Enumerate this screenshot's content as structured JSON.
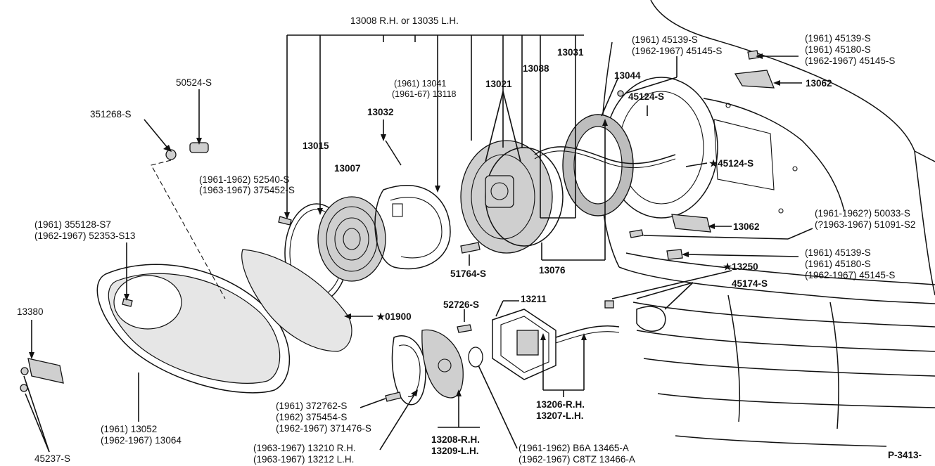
{
  "labels": {
    "top_bracket": "13008 R.H.  or 13035 L.H.",
    "p13031": "13031",
    "p13088": "13088",
    "p13021": "13021",
    "p13041": "(1961) 13041",
    "p13118": "(1961-67) 13118",
    "p13032": "13032",
    "p50524": "50524-S",
    "p351268": "351268-S",
    "p13015": "13015",
    "p13007": "13007",
    "p52540": "(1961-1962) 52540-S",
    "p375452": "(1963-1967) 375452-S",
    "p355128": "(1961) 355128-S7",
    "p52353": "(1962-1967) 52353-S13",
    "p13380": "13380",
    "p45237": "45237-S",
    "p13052": "(1961) 13052",
    "p13064": "(1962-1967) 13064",
    "p01900": "01900",
    "p51764": "51764-S",
    "p13076": "13076",
    "p13044": "13044",
    "p45124a": "45124-S",
    "p45124b": "45124-S",
    "p45139_top": "(1961) 45139-S",
    "p45145_top": "(1962-1967) 45145-S",
    "r45139": "(1961) 45139-S",
    "r45180": "(1961) 45180-S",
    "r45145": "(1962-1967) 45145-S",
    "p13062a": "13062",
    "p13062b": "13062",
    "p50033": "(1961-1962?) 50033-S",
    "p51091": "(?1963-1967) 51091-S2",
    "r2_45139": "(1961) 45139-S",
    "r2_45180": "(1961) 45180-S",
    "r2_45145": "(1962-1967) 45145-S",
    "p13250": "13250",
    "p45174": "45174-S",
    "p52726": "52726-S",
    "p13211": "13211",
    "p13206": "13206-R.H.",
    "p13207": "13207-L.H.",
    "p372762": "(1961) 372762-S",
    "p375454": "(1962) 375454-S",
    "p371476": "(1962-1967) 371476-S",
    "p13210": "(1963-1967) 13210 R.H.",
    "p13212": "(1963-1967) 13212 L.H.",
    "p13208": "13208-R.H.",
    "p13209": "13209-L.H.",
    "pB6A": "(1961-1962) B6A 13465-A",
    "pC8TZ": "(1962-1967) C8TZ 13466-A",
    "figure_id": "P-3413-"
  },
  "marks": {
    "star": "★"
  }
}
